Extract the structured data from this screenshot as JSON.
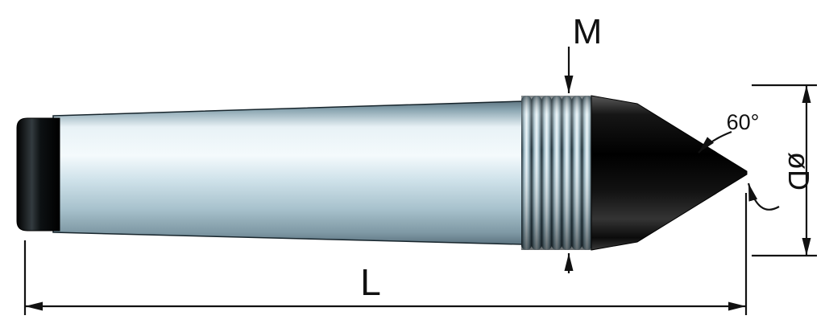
{
  "drawing": {
    "type": "technical-drawing-dead-center",
    "labels": {
      "thread_size": "M",
      "point_angle": "60°",
      "diameter": "øD",
      "overall_length": "L"
    },
    "colors": {
      "line": "#111111",
      "steel_highlight": "#f4fafc",
      "steel_mid": "#cfe2ea",
      "steel_dark": "#5f7682",
      "black_part": "#000000",
      "background": "#ffffff"
    }
  }
}
